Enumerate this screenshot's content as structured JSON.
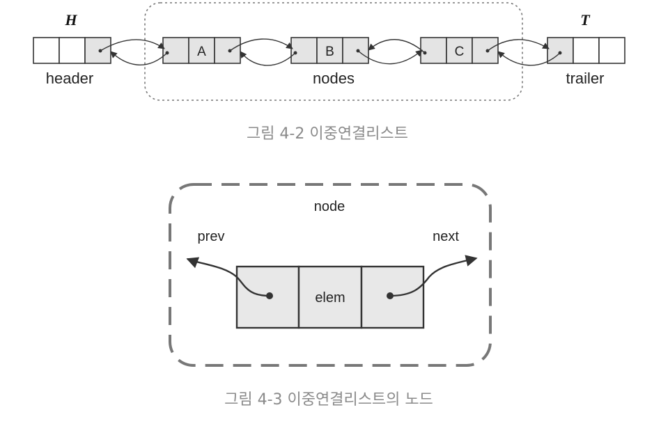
{
  "figure1": {
    "header_symbol": "H",
    "trailer_symbol": "T",
    "header_label": "header",
    "nodes_label": "nodes",
    "trailer_label": "trailer",
    "node_elems": [
      "A",
      "B",
      "C"
    ],
    "caption": "그림 4-2 이중연결리스트"
  },
  "figure2": {
    "node_label": "node",
    "prev_label": "prev",
    "next_label": "next",
    "elem_label": "elem",
    "caption": "그림 4-3 이중연결리스트의 노드"
  },
  "colors": {
    "cell_fill": "#e4e4e4",
    "dashed_border": "#777777",
    "caption_text": "#8a8a8a"
  }
}
